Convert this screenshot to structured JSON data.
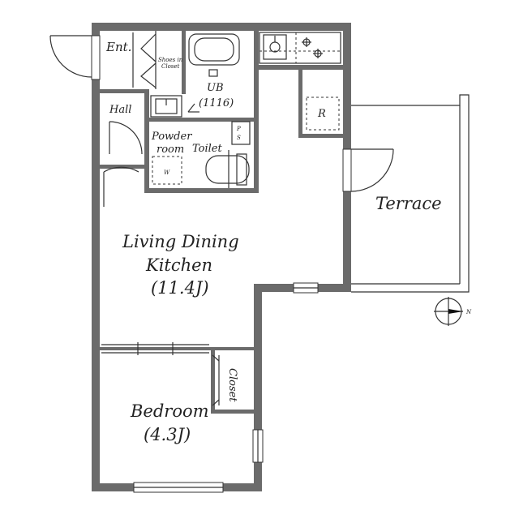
{
  "rooms": {
    "entrance": "Ent.",
    "shoes_closet_1": "Shoes in",
    "shoes_closet_2": "Closet",
    "hall": "Hall",
    "unit_bath": "UB",
    "unit_bath_size": "(1116)",
    "powder_room_1": "Powder",
    "powder_room_2": "room",
    "washer": "W",
    "toilet": "Toilet",
    "pipe_space_p": "P",
    "pipe_space_s": "S",
    "refrigerator": "R",
    "terrace": "Terrace",
    "ldk_1": "Living Dining",
    "ldk_2": "Kitchen",
    "ldk_size": "(11.4J)",
    "closet": "Closet",
    "bedroom": "Bedroom",
    "bedroom_size": "(4.3J)"
  },
  "compass": {
    "north": "N"
  },
  "colors": {
    "wall": "#6b6b6b",
    "line": "#333333"
  }
}
